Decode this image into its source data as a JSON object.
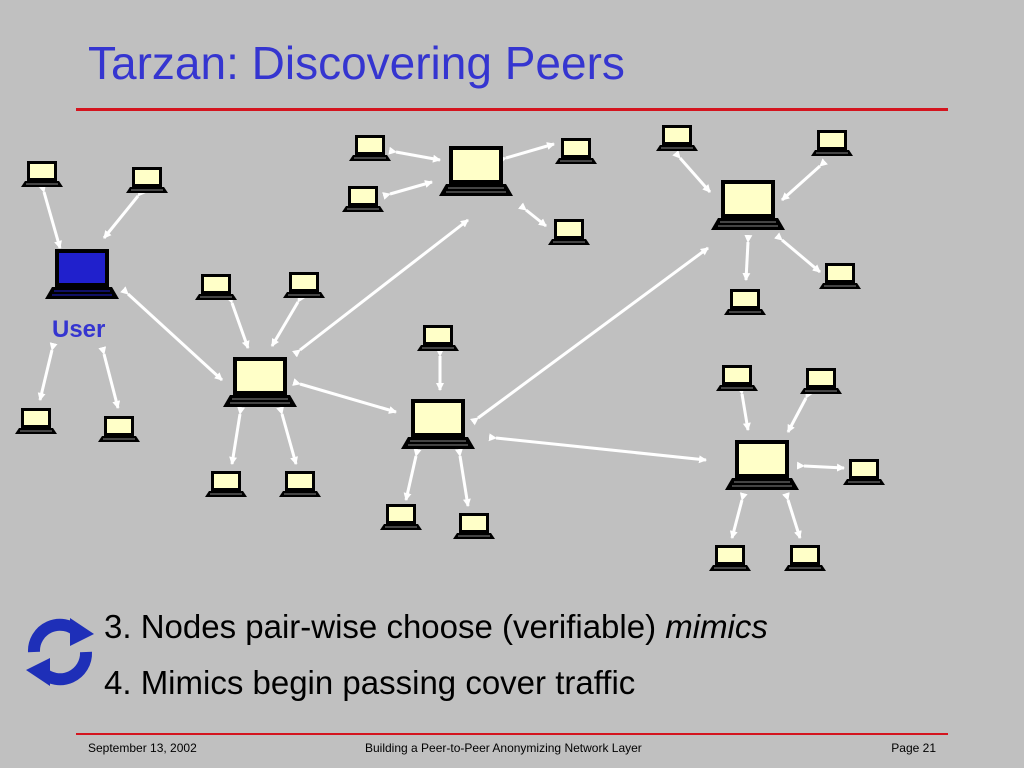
{
  "slide": {
    "title": "Tarzan: Discovering Peers",
    "user_label": "User",
    "bullet1_text": "3. Nodes pair-wise choose (verifiable) ",
    "bullet1_emph": "mimics",
    "bullet2_text": "4. Mimics begin passing cover traffic"
  },
  "footer": {
    "date": "September 13, 2002",
    "center": "Building a Peer-to-Peer Anonymizing Network Layer",
    "page": "Page 21"
  },
  "icons": {
    "node": "laptop-icon",
    "user_node": "user-laptop-icon",
    "cycle": "refresh-cycle-icon"
  },
  "colors": {
    "title": "#3535d0",
    "rule": "#d4141e",
    "background": "#c0c0c0",
    "screen": "#ffffc8",
    "user_laptop": "#2020cc",
    "arrow": "#ffffff"
  }
}
